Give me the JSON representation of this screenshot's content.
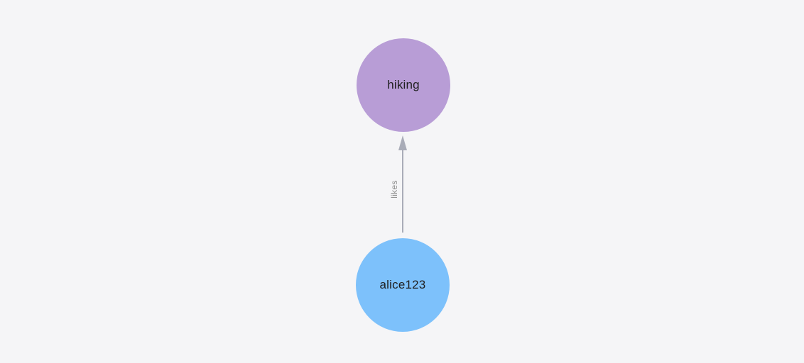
{
  "canvas": {
    "background": "#f5f5f7"
  },
  "graph": {
    "nodes": [
      {
        "id": "hiking",
        "label": "hiking",
        "fill": "#b89dd6",
        "label_color": "#1f1f1f"
      },
      {
        "id": "alice123",
        "label": "alice123",
        "fill": "#7dc1fb",
        "label_color": "#1f1f1f"
      }
    ],
    "edges": [
      {
        "from": "alice123",
        "to": "hiking",
        "label": "likes",
        "color": "#a9acb8",
        "label_color": "#8e8e8e",
        "direction": "up"
      }
    ]
  }
}
